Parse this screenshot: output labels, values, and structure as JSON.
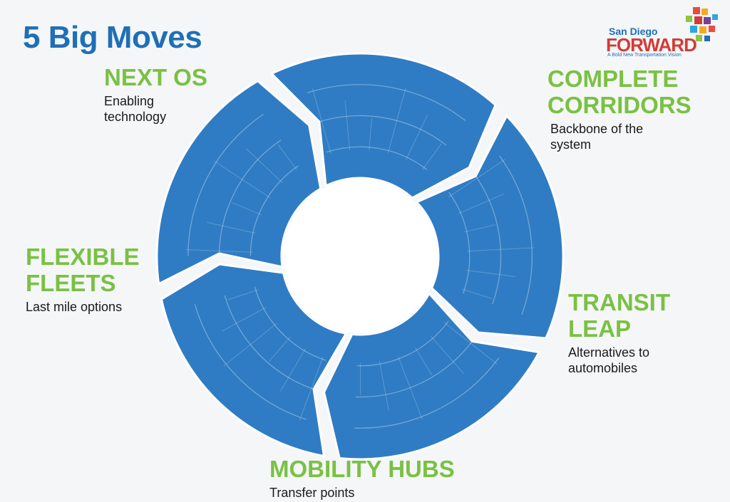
{
  "title": "5 Big Moves",
  "logo": {
    "line1": "San Diego",
    "line2": "FORWARD",
    "tagline": "A Bold New Transportation Vision"
  },
  "moves": [
    {
      "title": [
        "NEXT OS"
      ],
      "subtitle": "Enabling technology"
    },
    {
      "title": [
        "COMPLETE",
        "CORRIDORS"
      ],
      "subtitle": "Backbone of the system"
    },
    {
      "title": [
        "TRANSIT",
        "LEAP"
      ],
      "subtitle": "Alternatives to automobiles"
    },
    {
      "title": [
        "MOBILITY HUBS"
      ],
      "subtitle": "Transfer points"
    },
    {
      "title": [
        "FLEXIBLE",
        "FLEETS"
      ],
      "subtitle": "Last mile options"
    }
  ],
  "colors": {
    "title_blue": "#1f6fb6",
    "label_green": "#7ac143",
    "ring_blue": "#2f7cc4",
    "logo_red": "#d23c36"
  }
}
